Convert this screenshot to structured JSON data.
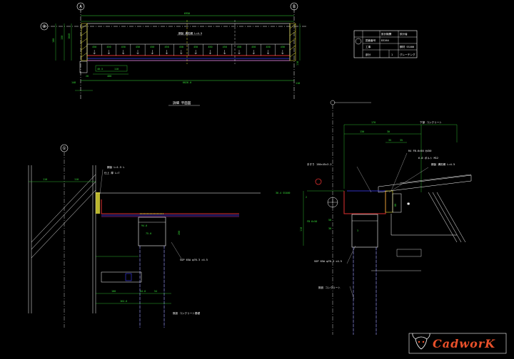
{
  "grid_labels": {
    "a": "A",
    "b": "B",
    "one": "①",
    "two": "②"
  },
  "top_view": {
    "overall": "6950",
    "segment": "450",
    "bottom_total": "6026.0",
    "left_dims": [
      "100",
      "150",
      "1040"
    ],
    "right_dims": [
      "118",
      "118"
    ],
    "small_dims": [
      "40.5",
      "110",
      "400",
      "20",
      "148"
    ],
    "note": "鋼製 溝形鋼 L=4.5",
    "caption": "詳細 平面図"
  },
  "title_block": {
    "r1": [
      "設計機関",
      "設計者"
    ],
    "r2": [
      "",
      "図面番号",
      "D3264"
    ],
    "r3": [
      "工事",
      "",
      "鋼材 SS400"
    ],
    "r4": [
      "",
      "部分",
      "1",
      "グレーチング"
    ]
  },
  "left_section": {
    "dims_top": [
      "110",
      "110"
    ],
    "dims_mid": [
      "94.0",
      "75.0",
      "200"
    ],
    "dims_bottom": [
      "100",
      "44.0",
      "54"
    ],
    "dims_low": [
      "164.0"
    ],
    "notes": [
      "鋼製 L=1.5 L",
      "仕上 厚 L=7",
      "SGP 65A φ76.3 ×4.5",
      "既設 コンクリート基礎"
    ]
  },
  "right_section": {
    "top_dims": [
      "170",
      "130",
      "30",
      "35",
      "35"
    ],
    "right_note": "下部 コンクリート",
    "side_dims": [
      "2",
      "110",
      "50",
      "30"
    ],
    "notes": [
      "R4 FB-6×50 @450",
      "鋼製 溝形鋼 L=4.5",
      "6.0 ボルト M12",
      "手すり 150×45×3.2",
      "SGP 65A φ76.3 ×4.5",
      "既設 コンクリート"
    ],
    "left_labels": [
      "30.4 SS400",
      "FB 6×50",
      "3"
    ],
    "dim_mid": "80"
  },
  "logo": {
    "text": "CadworK",
    "icon": "bull-skull-icon"
  },
  "colors": {
    "line_white": "#ffffff",
    "dim_green": "#38e038",
    "red": "#e03030",
    "blue": "#4040ff",
    "yellow": "#e8e23a",
    "magenta": "#e040e0",
    "logo_orange": "#e8502a"
  }
}
